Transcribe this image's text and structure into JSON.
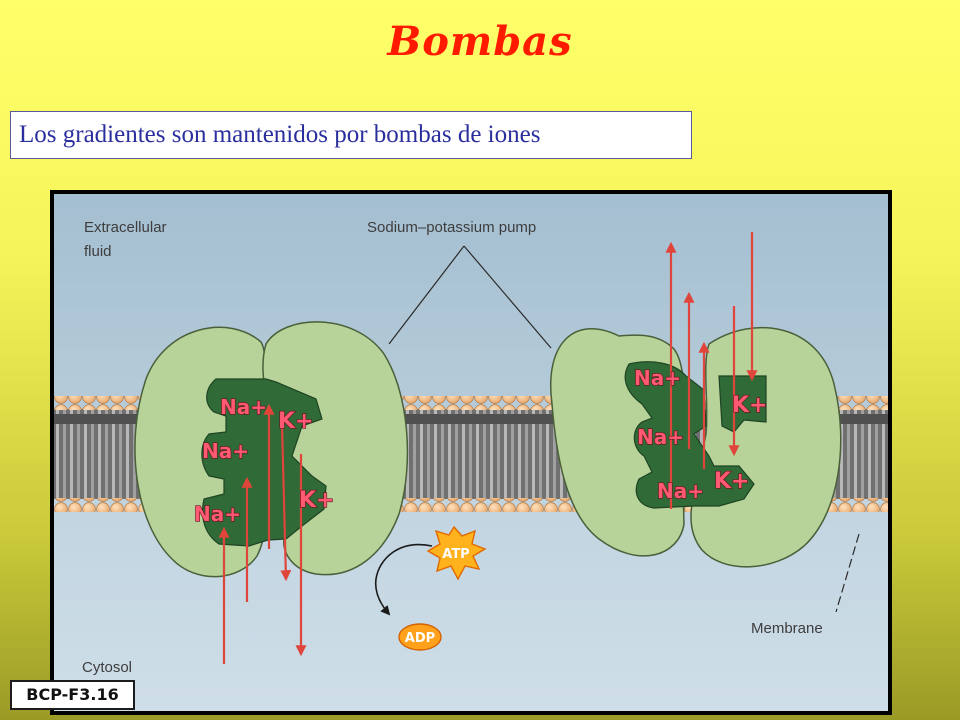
{
  "slide": {
    "title": "Bombas",
    "subtitle": "Los gradientes son mantenidos por bombas de iones",
    "code": "BCP-F3.16"
  },
  "diagram": {
    "label_extracellular_line1": "Extracellular",
    "label_extracellular_line2": "fluid",
    "label_pump": "Sodium–potassium pump",
    "label_membrane": "Membrane",
    "label_cytosol": "Cytosol",
    "atp": "ATP",
    "adp": "ADP",
    "ions": {
      "left_na_1": "Na+",
      "left_na_2": "Na+",
      "left_na_3": "Na+",
      "left_k_1": "K+",
      "left_k_2": "K+",
      "right_na_1": "Na+",
      "right_na_2": "Na+",
      "right_na_3": "Na+",
      "right_k_1": "K+",
      "right_k_2": "K+"
    }
  },
  "colors": {
    "title": "#ff1a00",
    "subtitle_text": "#2b2f9e",
    "protein": "#b8d39a",
    "pocket": "#2f6a37",
    "arrow": "#e0453c",
    "extracellular": "#a9c3d4",
    "cytosol": "#c4d7e3"
  }
}
